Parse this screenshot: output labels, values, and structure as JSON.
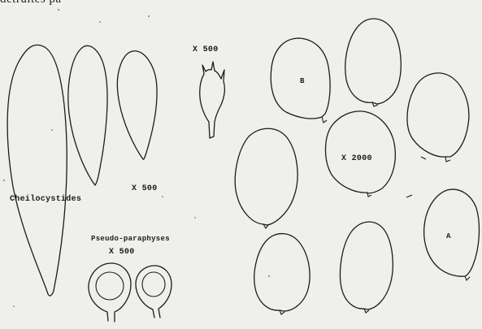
{
  "page": {
    "header_text": "détruites pa"
  },
  "labels": {
    "cystidia_mag_top": "X 500",
    "cheilocystidia": "Cheilocystides",
    "cheilocystidia_mag": "X 500",
    "pseudo_paraphyses": "Pseudo-paraphyses",
    "pseudo_paraphyses_mag": "X 500",
    "spores_mag": "X 2000",
    "spore_b": "B",
    "spore_a": "A"
  }
}
